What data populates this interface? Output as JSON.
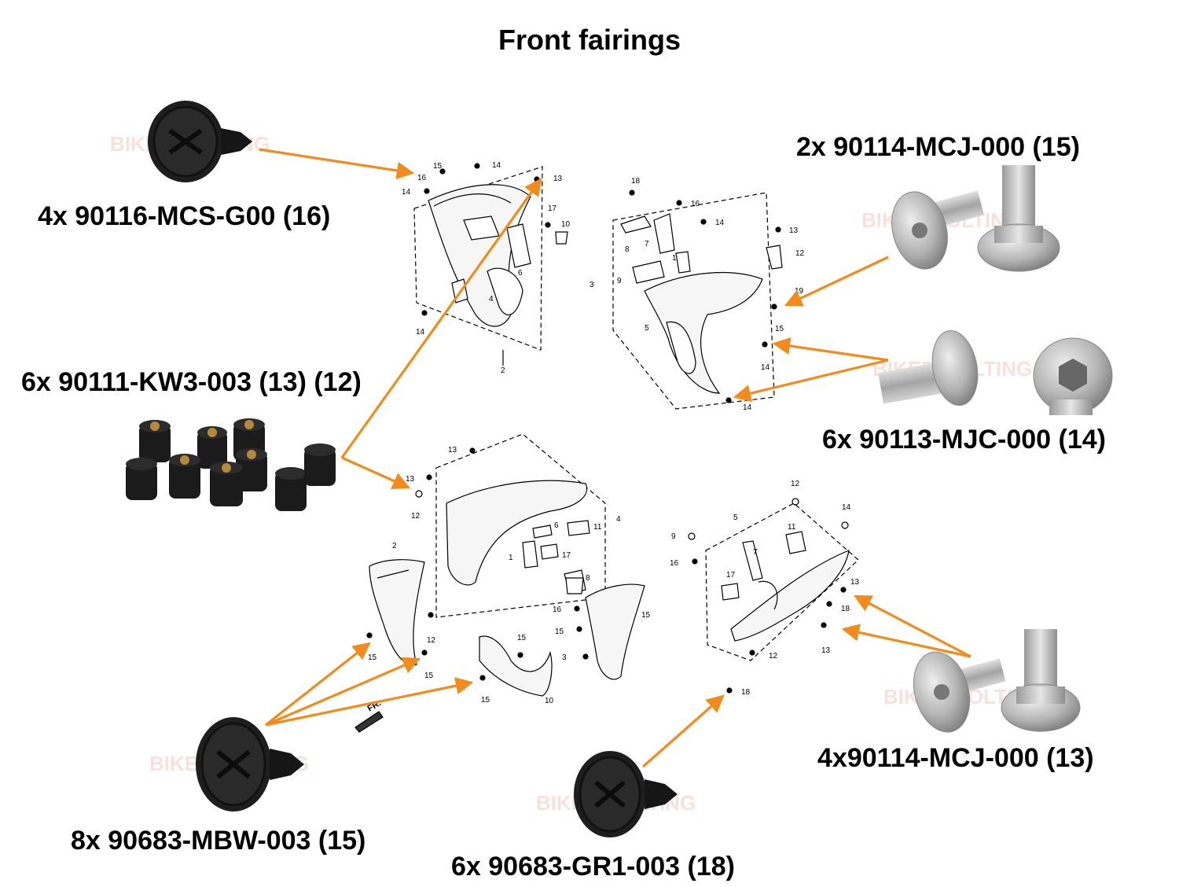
{
  "title": "Front fairings",
  "watermark": "BIKER BOLTING",
  "colors": {
    "arrow": "#f28a1c",
    "part_dark": "#1c1c1c",
    "steel": "#b8b8b8",
    "line": "#000000"
  },
  "labels": {
    "l16": "4x 90116-MCS-G00 (16)",
    "l15a": "2x 90114-MCJ-000 (15)",
    "l13_12": "6x 90111-KW3-003 (13) (12)",
    "l14": "6x 90113-MJC-000 (14)",
    "l13": "4x90114-MCJ-000 (13)",
    "l15b": "8x 90683-MBW-003 (15)",
    "l18": "6x 90683-GR1-003 (18)"
  },
  "icons": {
    "clip_a": "rubber-clip-icon",
    "bolt_a": "flange-bolt-pair-icon",
    "nuts": "well-nut-group-icon",
    "bolt_b": "button-head-bolt-pair-icon",
    "bolt_c": "flange-bolt-pair-icon",
    "clip_b": "rubber-clip-icon",
    "clip_c": "rubber-clip-icon"
  },
  "diagrams": {
    "d1": {
      "callouts": [
        "16",
        "15",
        "14",
        "14",
        "13",
        "17",
        "10",
        "6",
        "4",
        "14",
        "2"
      ]
    },
    "d2": {
      "callouts": [
        "18",
        "16",
        "14",
        "13",
        "12",
        "8",
        "7",
        "1",
        "3",
        "9",
        "19",
        "15",
        "5",
        "14",
        "14"
      ]
    },
    "d3": {
      "callouts": [
        "13",
        "13",
        "12",
        "4",
        "6",
        "11",
        "1",
        "17",
        "8",
        "2",
        "12",
        "16",
        "15",
        "15",
        "3",
        "15",
        "15",
        "15",
        "10",
        "15"
      ],
      "direction_marker": "FR."
    },
    "d4": {
      "callouts": [
        "12",
        "5",
        "14",
        "9",
        "11",
        "16",
        "7",
        "17",
        "13",
        "18",
        "13",
        "12",
        "18"
      ]
    }
  }
}
